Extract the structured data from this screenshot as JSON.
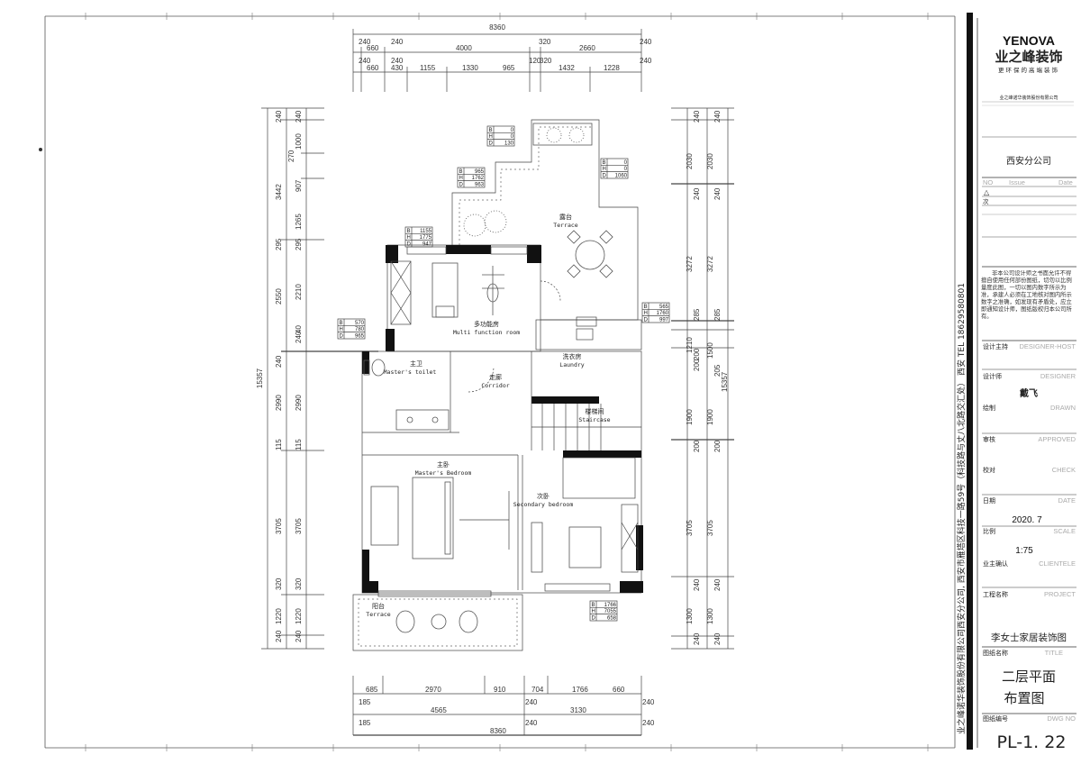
{
  "drawing": {
    "dims_top": {
      "overall": "8360",
      "row1": [
        "240",
        "660",
        "240",
        "4000",
        "320",
        "2660",
        "240"
      ],
      "row2": [
        "240",
        "660",
        "240",
        "430",
        "1155",
        "1330",
        "965",
        "120",
        "320",
        "1432",
        "1228",
        "240"
      ]
    },
    "dims_bottom": {
      "row1": [
        "685",
        "2970",
        "910",
        "704",
        "1766",
        "660"
      ],
      "row2": [
        "185",
        "4565",
        "240",
        "3130",
        "240"
      ],
      "row3": [
        "185",
        "240",
        "240",
        "8360"
      ]
    },
    "dims_left": {
      "overall": "15357",
      "col1": [
        "240",
        "3442",
        "295",
        "2550",
        "240",
        "2990",
        "115",
        "3705",
        "320",
        "1220",
        "240"
      ],
      "col2": [
        "240",
        "1000",
        "270",
        "907",
        "1265",
        "295",
        "2210",
        "240",
        "40",
        "2990",
        "115",
        "3705",
        "320",
        "1220",
        "240"
      ]
    },
    "dims_right": {
      "overall": "15357",
      "col1": [
        "240",
        "2030",
        "240",
        "3272",
        "285",
        "200",
        "200",
        "1210",
        "1900",
        "200",
        "3705",
        "240",
        "1300",
        "240"
      ],
      "col2": [
        "240",
        "2030",
        "240",
        "3272",
        "285",
        "205",
        "1500",
        "1900",
        "200",
        "3705",
        "240",
        "1300",
        "240"
      ]
    },
    "rooms": {
      "multi": {
        "cn": "多功能房",
        "en": "Multi function room"
      },
      "terrace_top": {
        "cn": "露台",
        "en": "Terrace"
      },
      "toilet": {
        "cn": "主卫",
        "en": "Master's toilet"
      },
      "corridor": {
        "cn": "走廊",
        "en": "Corridor"
      },
      "laundry": {
        "cn": "洗衣房",
        "en": "Laundry"
      },
      "stair": {
        "cn": "楼梯间",
        "en": "Staircase"
      },
      "master": {
        "cn": "主卧",
        "en": "Master's Bedroom"
      },
      "secondary": {
        "cn": "次卧",
        "en": "Secondary bedroom"
      },
      "terrace_bottom": {
        "cn": "阳台",
        "en": "Terrace"
      }
    },
    "bhd_tags": [
      {
        "B": "0",
        "H": "0",
        "D": "130"
      },
      {
        "B": "965",
        "H": "1762",
        "D": "963"
      },
      {
        "B": "1155",
        "H": "1775",
        "D": "947"
      },
      {
        "B": "0",
        "H": "0",
        "D": "1060"
      },
      {
        "B": "570",
        "H": "780",
        "D": "965"
      },
      {
        "B": "565",
        "H": "1760",
        "D": "997"
      },
      {
        "B": "1766",
        "H": "7055",
        "D": "658"
      }
    ],
    "bhd_keys": {
      "b": "B",
      "h": "H",
      "d": "D"
    },
    "vertical_address": "业之峰诺华装饰股份有限公司西安分公司, 西安市雁塔区科技一路59号（科技路与丈八北路交汇处） 西安 TEL 18629580801"
  },
  "title_block": {
    "logo_en": "YENOVA",
    "logo_cn": "业之峰装饰",
    "tagline": "更环保的高端装饰",
    "company": "业之峰诺华装饰股份有限公司",
    "branch": "西安分公司",
    "issue_header": {
      "no": "NO",
      "issue": "Issue",
      "date": "Date"
    },
    "issue_mark": "△",
    "issue_row": "次",
    "notice": "非本公司设计师之书面允许不得擅自使用任何部份图纸，切勿以比例量度此图，一切以图内数字所示为准，承建人必须在工地核对图内所示数字之准确，如发现有矛盾处，应立即通知设计师，图纸版权归本公司所有。",
    "fields": [
      {
        "cn": "设计主持",
        "en": "DESIGNER-HOST",
        "value": ""
      },
      {
        "cn": "设计师",
        "en": "DESIGNER",
        "value": "戴飞"
      },
      {
        "cn": "绘制",
        "en": "DRAWN",
        "value": ""
      },
      {
        "cn": "审核",
        "en": "APPROVED",
        "value": ""
      },
      {
        "cn": "校对",
        "en": "CHECK",
        "value": ""
      },
      {
        "cn": "日期",
        "en": "DATE",
        "value": "2020. 7"
      },
      {
        "cn": "比例",
        "en": "SCALE",
        "value": "1:75"
      },
      {
        "cn": "业主确认",
        "en": "CLIENTELE",
        "value": ""
      },
      {
        "cn": "工程名称",
        "en": "PROJECT",
        "value": "李女士家居装饰图"
      },
      {
        "cn": "图纸名称",
        "en": "TITLE",
        "value_line1": "二层平面",
        "value_line2": "布置图"
      },
      {
        "cn": "图纸编号",
        "en": "DWG NO",
        "value": "PL-1. 22"
      }
    ]
  }
}
